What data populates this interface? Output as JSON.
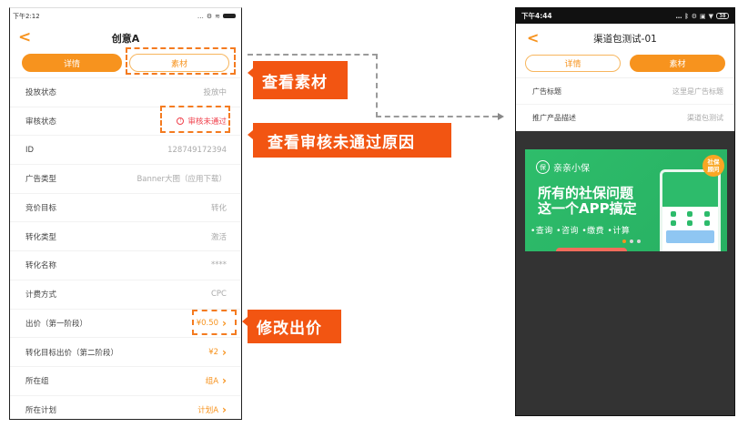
{
  "left_phone": {
    "status_bar": {
      "time": "下午2:12",
      "icons": [
        "more-dots-icon",
        "gear-icon",
        "wifi-icon",
        "battery-icon"
      ]
    },
    "nav": {
      "back": "<",
      "title": "创意A"
    },
    "tabs": [
      {
        "label": "详情",
        "active": true
      },
      {
        "label": "素材",
        "active": false
      }
    ],
    "rows": [
      {
        "label": "投放状态",
        "value": "投放中",
        "style": "muted"
      },
      {
        "label": "审核状态",
        "value": "审核未通过",
        "style": "warn"
      },
      {
        "label": "ID",
        "value": "128749172394",
        "style": "muted"
      },
      {
        "label": "广告类型",
        "value": "Banner大图（应用下载）",
        "style": "muted"
      },
      {
        "label": "竞价目标",
        "value": "转化",
        "style": "muted"
      },
      {
        "label": "转化类型",
        "value": "激活",
        "style": "muted"
      },
      {
        "label": "转化名称",
        "value": "****",
        "style": "muted"
      },
      {
        "label": "计费方式",
        "value": "CPC",
        "style": "muted"
      },
      {
        "label": "出价（第一阶段）",
        "value": "¥0.50",
        "style": "orange"
      },
      {
        "label": "转化目标出价（第二阶段）",
        "value": "¥2",
        "style": "orange"
      },
      {
        "label": "所在组",
        "value": "组A",
        "style": "orange"
      },
      {
        "label": "所在计划",
        "value": "计划A",
        "style": "orange"
      }
    ]
  },
  "callouts": {
    "view_material": "查看素材",
    "view_reject_reason": "查看审核未通过原因",
    "edit_bid": "修改出价"
  },
  "right_phone": {
    "status_bar": {
      "time": "下午4:44",
      "icons": [
        "more-dots-icon",
        "bluetooth-icon",
        "gear-icon",
        "screen-icon",
        "wifi-icon",
        "battery-icon"
      ],
      "battery": "38"
    },
    "nav": {
      "back": "<",
      "title": "渠道包测试-01"
    },
    "tabs": [
      {
        "label": "详情",
        "active": false
      },
      {
        "label": "素材",
        "active": true
      }
    ],
    "rows": [
      {
        "label": "广告标题",
        "value": "这里是广告标题"
      },
      {
        "label": "推广产品描述",
        "value": "渠道包测试"
      }
    ],
    "banner": {
      "logo_mark": "保",
      "logo_text": "亲亲小保",
      "headline_1": "所有的社保问题",
      "headline_2": "这一个APP搞定",
      "features": "•查询  •咨询  •缴费  •计算",
      "badge_1": "社保",
      "badge_2": "顾问"
    }
  },
  "colors": {
    "accent": "#f7931e",
    "callout": "#f25512",
    "warn": "#f0414c",
    "banner_green": "#2ebd6b",
    "dark_bg": "#333333"
  }
}
